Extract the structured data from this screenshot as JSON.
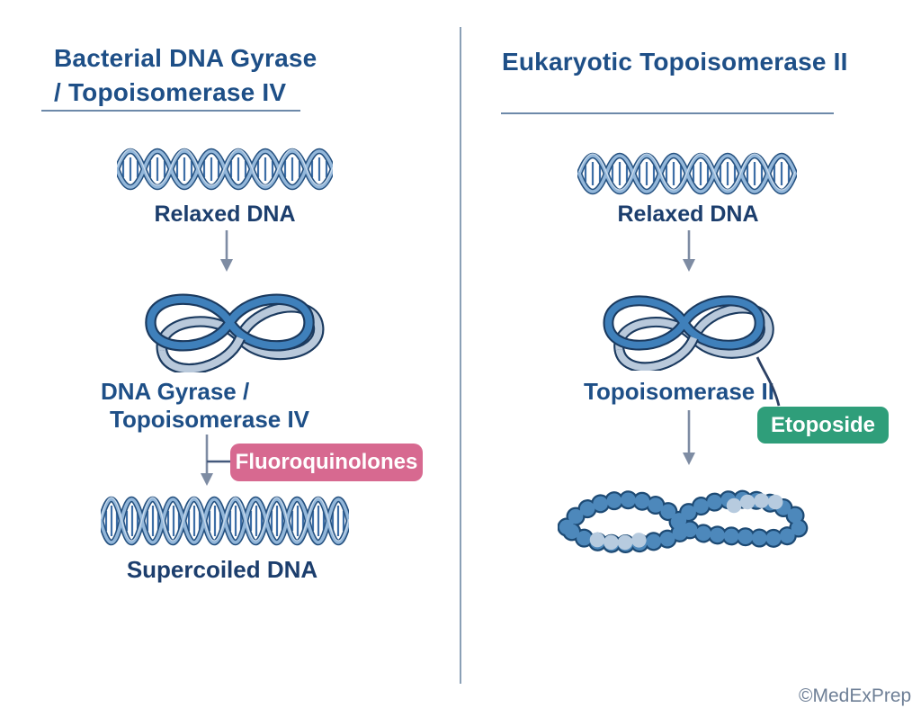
{
  "watermark": "©MedExPrep",
  "colors": {
    "background": "#ffffff",
    "title_blue": "#1e4f87",
    "label_navy": "#1c3e6d",
    "underline_blue": "#6d89a9",
    "divider_gray": "#8aa0b6",
    "arrow_gray": "#7e8ca3",
    "fluoroquinolones_pink": "#d76990",
    "etoposide_green": "#2f9e7a",
    "dna_outline_navy": "#24507f",
    "dna_mid_blue": "#4d88bb",
    "dna_light_blue": "#b9cde0"
  },
  "left_panel": {
    "title_line1": "Bacterial DNA Gyrase",
    "title_line2": "/ Topoisomerase IV",
    "relaxed_dna_label": "Relaxed DNA",
    "enzyme_label_line1": "DNA Gyrase /",
    "enzyme_label_line2": "Topoisomerase IV",
    "drug_badge_label": "Fluoroquinolones",
    "product_label": "Supercoiled DNA",
    "icons": {
      "relaxed_dna": "dna-double-helix",
      "enzyme_substrate": "interlocked-dna-loops",
      "flow": "down-arrow",
      "product": "dna-double-helix-supercoiled"
    }
  },
  "right_panel": {
    "title": "Eukaryotic Topoisomerase II",
    "relaxed_dna_label": "Relaxed DNA",
    "enzyme_label": "Topoisomerase II",
    "drug_badge_label": "Etoposide",
    "icons": {
      "relaxed_dna": "dna-double-helix",
      "enzyme_substrate": "interlocked-dna-loops",
      "flow": "down-arrow",
      "product": "chromatin-bead-chain"
    }
  }
}
